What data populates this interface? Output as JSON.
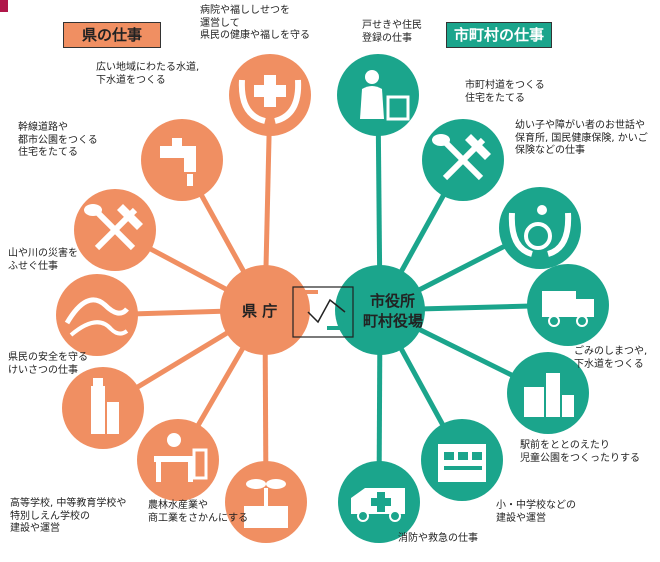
{
  "titles": {
    "prefecture": "県の仕事",
    "city": "市町村の仕事"
  },
  "hubs": {
    "prefecture": "県 庁",
    "city_line1": "市役所",
    "city_line2": "町村役場"
  },
  "colors": {
    "prefecture": "#f08f62",
    "city": "#1ba58c",
    "corner": "#b0174a"
  },
  "prefecture_items": [
    {
      "icon": "helping-hands-cross-icon",
      "lines": [
        "病院や福ししせつを",
        "運営して",
        "県民の健康や福しを守る"
      ]
    },
    {
      "icon": "faucet-icon",
      "lines": [
        "広い地域にわたる水道,",
        "下水道をつくる"
      ]
    },
    {
      "icon": "shovel-pickaxe-icon",
      "lines": [
        "幹線道路や",
        "都市公園をつくる",
        "住宅をたてる"
      ]
    },
    {
      "icon": "river-icon",
      "lines": [
        "山や川の災害を",
        "ふせぐ仕事"
      ]
    },
    {
      "icon": "tower-icon",
      "lines": [
        "県民の安全を守る",
        "けいさつの仕事"
      ]
    },
    {
      "icon": "school-desk-icon",
      "lines": [
        "高等学校, 中等教育学校や",
        "特別しえん学校の",
        "建設や運営"
      ]
    },
    {
      "icon": "sprout-icon",
      "lines": [
        "農林水産業や",
        "商工業をさかんにする"
      ]
    }
  ],
  "city_items": [
    {
      "icon": "family-register-icon",
      "lines": [
        "戸せきや住民",
        "登録の仕事"
      ]
    },
    {
      "icon": "shovel-pickaxe-icon",
      "lines": [
        "市町村道をつくる",
        "住宅をたてる"
      ]
    },
    {
      "icon": "wheelchair-hands-icon",
      "lines": [
        "幼い子や障がい者のお世話や",
        "保育所, 国民健康保険, かいご",
        "保険などの仕事"
      ]
    },
    {
      "icon": "garbage-truck-icon",
      "lines": [
        "ごみのしまつや,",
        "下水道をつくる"
      ]
    },
    {
      "icon": "station-park-icon",
      "lines": [
        "駅前をととのえたり",
        "児童公園をつくったりする"
      ]
    },
    {
      "icon": "school-building-icon",
      "lines": [
        "小・中学校などの",
        "建設や運営"
      ]
    },
    {
      "icon": "ambulance-icon",
      "lines": [
        "消防や救急の仕事"
      ]
    }
  ]
}
